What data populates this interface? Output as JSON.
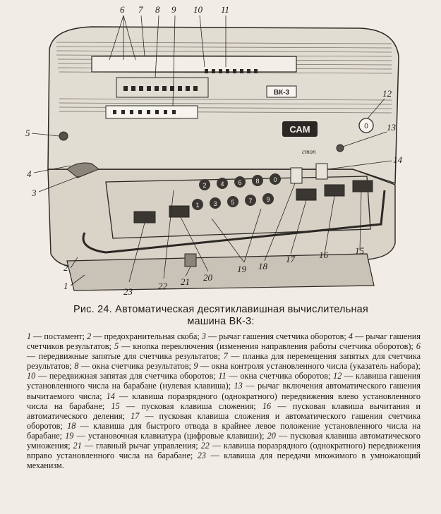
{
  "figure": {
    "badge_text": "ВК-3",
    "brand_text": "САМ",
    "stop_text": "стоп",
    "callouts": [
      "1",
      "2",
      "3",
      "4",
      "5",
      "6",
      "7",
      "8",
      "9",
      "10",
      "11",
      "12",
      "13",
      "14",
      "15",
      "16",
      "17",
      "18",
      "19",
      "20",
      "21",
      "22",
      "23"
    ],
    "key_digits": [
      "2",
      "4",
      "6",
      "8",
      "0",
      "1",
      "3",
      "5",
      "7",
      "9"
    ]
  },
  "caption": {
    "line1": "Рис. 24. Автоматическая десятиклавишная вычислительная",
    "line2": "машина ВК-3:"
  },
  "legend": [
    {
      "num": "1",
      "text": " — постамент; "
    },
    {
      "num": "2",
      "text": " — предохранительная скоба; "
    },
    {
      "num": "3",
      "text": " — рычаг гашения счетчика оборотов; "
    },
    {
      "num": "4",
      "text": " — рычаг гашения счетчиков результатов; "
    },
    {
      "num": "5",
      "text": " — кнопка переключения (изменения направления работы счетчика оборотов); "
    },
    {
      "num": "6",
      "text": " — передвижные запятые для счетчика результатов; "
    },
    {
      "num": "7",
      "text": " — планка для перемещения запятых для счетчика результатов; "
    },
    {
      "num": "8",
      "text": " — окна счетчика результатов; "
    },
    {
      "num": "9",
      "text": " — окна контроля установленного числа (указатель набора); "
    },
    {
      "num": "10",
      "text": " — передвижная запятая для счетчика оборотов; "
    },
    {
      "num": "11",
      "text": " — окна счетчика оборотов; "
    },
    {
      "num": "12",
      "text": " — клавиша гашения установленного числа на барабане (нулевая клавиша); "
    },
    {
      "num": "13",
      "text": " — рычаг включения автоматического гашения вычитаемого числа; "
    },
    {
      "num": "14",
      "text": " — клавиша поразрядного (однократного) передвижения влево установленного числа на барабане; "
    },
    {
      "num": "15",
      "text": " — пусковая клавиша сложения; "
    },
    {
      "num": "16",
      "text": " — пусковая клавиша вычитания и автоматического деления; "
    },
    {
      "num": "17",
      "text": " — пусковая клавиша сложения и автоматического гашения счетчика оборотов; "
    },
    {
      "num": "18",
      "text": " — клавиша для быстрого отвода в крайнее левое положение установленного числа на барабане; "
    },
    {
      "num": "19",
      "text": " — установочная клавиатура (цифровые клавиши); "
    },
    {
      "num": "20",
      "text": " — пусковая клавиша автоматического умножения; "
    },
    {
      "num": "21",
      "text": " — главный рычаг управления; "
    },
    {
      "num": "22",
      "text": " — клавиша поразрядного (однократного) передвижения вправо установленного числа на барабане; "
    },
    {
      "num": "23",
      "text": " — клавиша для передачи множимого в умножающий механизм."
    }
  ]
}
